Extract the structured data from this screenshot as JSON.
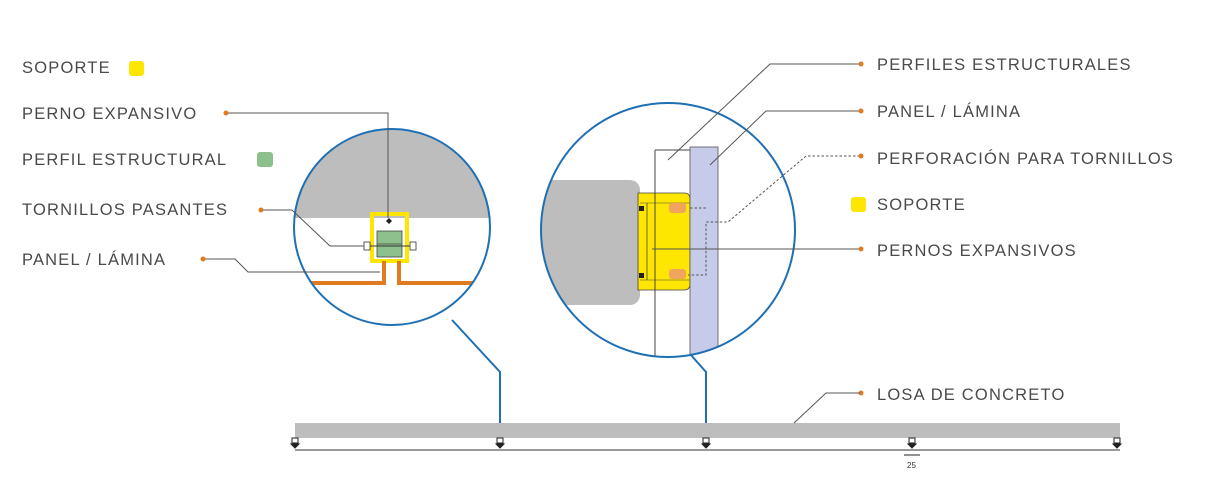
{
  "left_labels": {
    "soporte": "SOPORTE",
    "perno_expansivo": "PERNO EXPANSIVO",
    "perfil_estructural": "PERFIL ESTRUCTURAL",
    "tornillos_pasantes": "TORNILLOS PASANTES",
    "panel_lamina": "PANEL / LÁMINA"
  },
  "right_labels": {
    "perfiles_estructurales": "PERFILES ESTRUCTURALES",
    "panel_lamina": "PANEL / LÁMINA",
    "perforacion": "PERFORACIÓN PARA TORNILLOS",
    "soporte": "SOPORTE",
    "pernos_expansivos": "PERNOS EXPANSIVOS",
    "losa": "LOSA DE CONCRETO"
  },
  "dimension": "25",
  "colors": {
    "support_yellow": "#ffe600",
    "profile_green": "#8cc08c",
    "panel_blue": "#c5cbe9",
    "concrete_gray": "#bdbdbd",
    "circle_blue": "#1f6fb5",
    "panel_orange": "#e07b1f",
    "leader_dot": "#e07b1f"
  }
}
